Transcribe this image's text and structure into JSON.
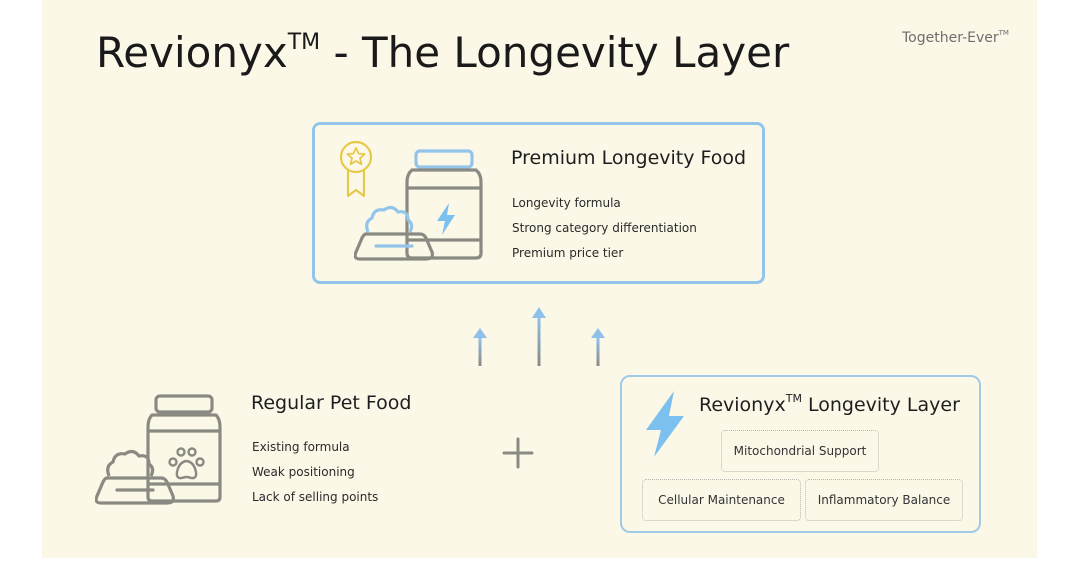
{
  "header": {
    "title": "Revionyx",
    "title_tm": "TM",
    "title_suffix": " - The Longevity Layer",
    "brand": "Together-Ever",
    "brand_tm": "TM"
  },
  "premium_card": {
    "title": "Premium Longevity Food",
    "bullets": [
      "Longevity formula",
      "Strong category differentiation",
      "Premium price tier"
    ],
    "icons": [
      "award-ribbon-icon",
      "food-jar-icon",
      "lightning-bolt-icon",
      "food-bowl-icon"
    ]
  },
  "arrows": {
    "count": 3,
    "direction": "up",
    "label": "upgrade-arrows"
  },
  "regular_card": {
    "title": "Regular Pet Food",
    "bullets": [
      "Existing formula",
      "Weak positioning",
      "Lack of selling points"
    ],
    "icons": [
      "food-jar-icon",
      "paw-print-icon",
      "food-bowl-icon"
    ]
  },
  "operator": {
    "symbol": "+"
  },
  "layer_card": {
    "title": "Revionyx",
    "title_tm": "TM",
    "title_suffix": " Longevity Layer",
    "tags": [
      "Mitochondrial Support",
      "Cellular Maintenance",
      "Inflammatory Balance"
    ],
    "icon": "lightning-bolt-icon"
  },
  "colors": {
    "background": "#fcf8e8",
    "accent_blue": "#93c5ea",
    "bolt_blue": "#7cc0f0",
    "gold": "#e6c94a",
    "icon_gray": "#8a8a82",
    "text": "#1e1e1e"
  }
}
